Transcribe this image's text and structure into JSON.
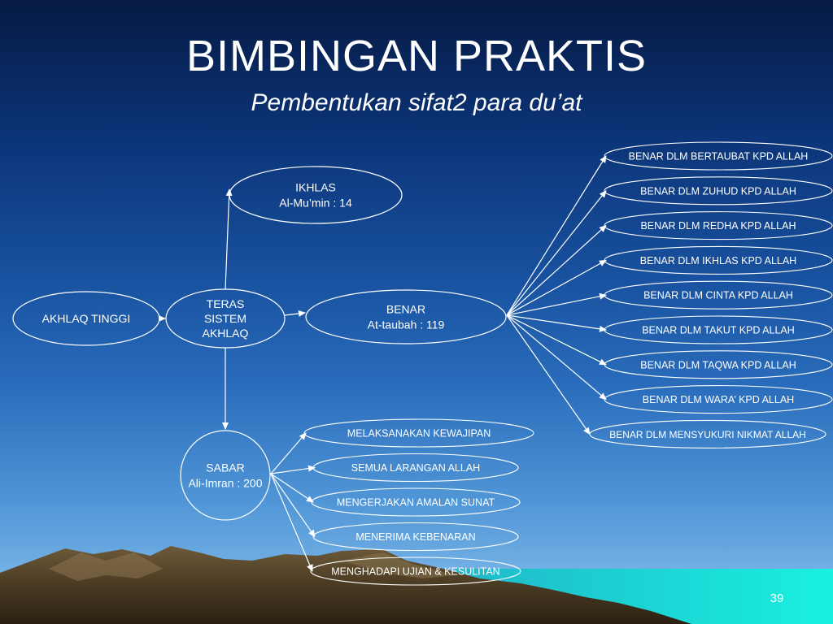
{
  "slide": {
    "title": "BIMBINGAN PRAKTIS",
    "subtitle": "Pembentukan sifat2 para du’at",
    "page_number": "39"
  },
  "diagram": {
    "root": {
      "id": "akhlaq",
      "lines": [
        "AKHLAQ TINGGI"
      ]
    },
    "core": {
      "id": "teras",
      "lines": [
        "TERAS",
        "SISTEM",
        "AKHLAQ"
      ]
    },
    "ikhlas": {
      "id": "ikhlas",
      "lines": [
        "IKHLAS",
        "Al-Mu’min : 14"
      ]
    },
    "benar": {
      "id": "benar",
      "lines": [
        "BENAR",
        "At-taubah : 119"
      ]
    },
    "sabar": {
      "id": "sabar",
      "lines": [
        "SABAR",
        "Ali-Imran : 200"
      ]
    },
    "benar_items": [
      "BENAR DLM BERTAUBAT KPD ALLAH",
      "BENAR DLM ZUHUD KPD ALLAH",
      "BENAR DLM REDHA KPD ALLAH",
      "BENAR DLM IKHLAS KPD ALLAH",
      "BENAR DLM CINTA KPD ALLAH",
      "BENAR DLM TAKUT KPD ALLAH",
      "BENAR DLM TAQWA KPD ALLAH",
      "BENAR DLM WARA’ KPD ALLAH",
      "BENAR DLM MENSYUKURI NIKMAT ALLAH"
    ],
    "sabar_items": [
      "MELAKSANAKAN KEWAJIPAN",
      "SEMUA LARANGAN ALLAH",
      "MENGERJAKAN AMALAN SUNAT",
      "MENERIMA KEBENARAN",
      "MENGHADAPI UJIAN & KESULITAN"
    ]
  },
  "colors": {
    "node_stroke": "#ffffff",
    "text": "#ffffff"
  }
}
